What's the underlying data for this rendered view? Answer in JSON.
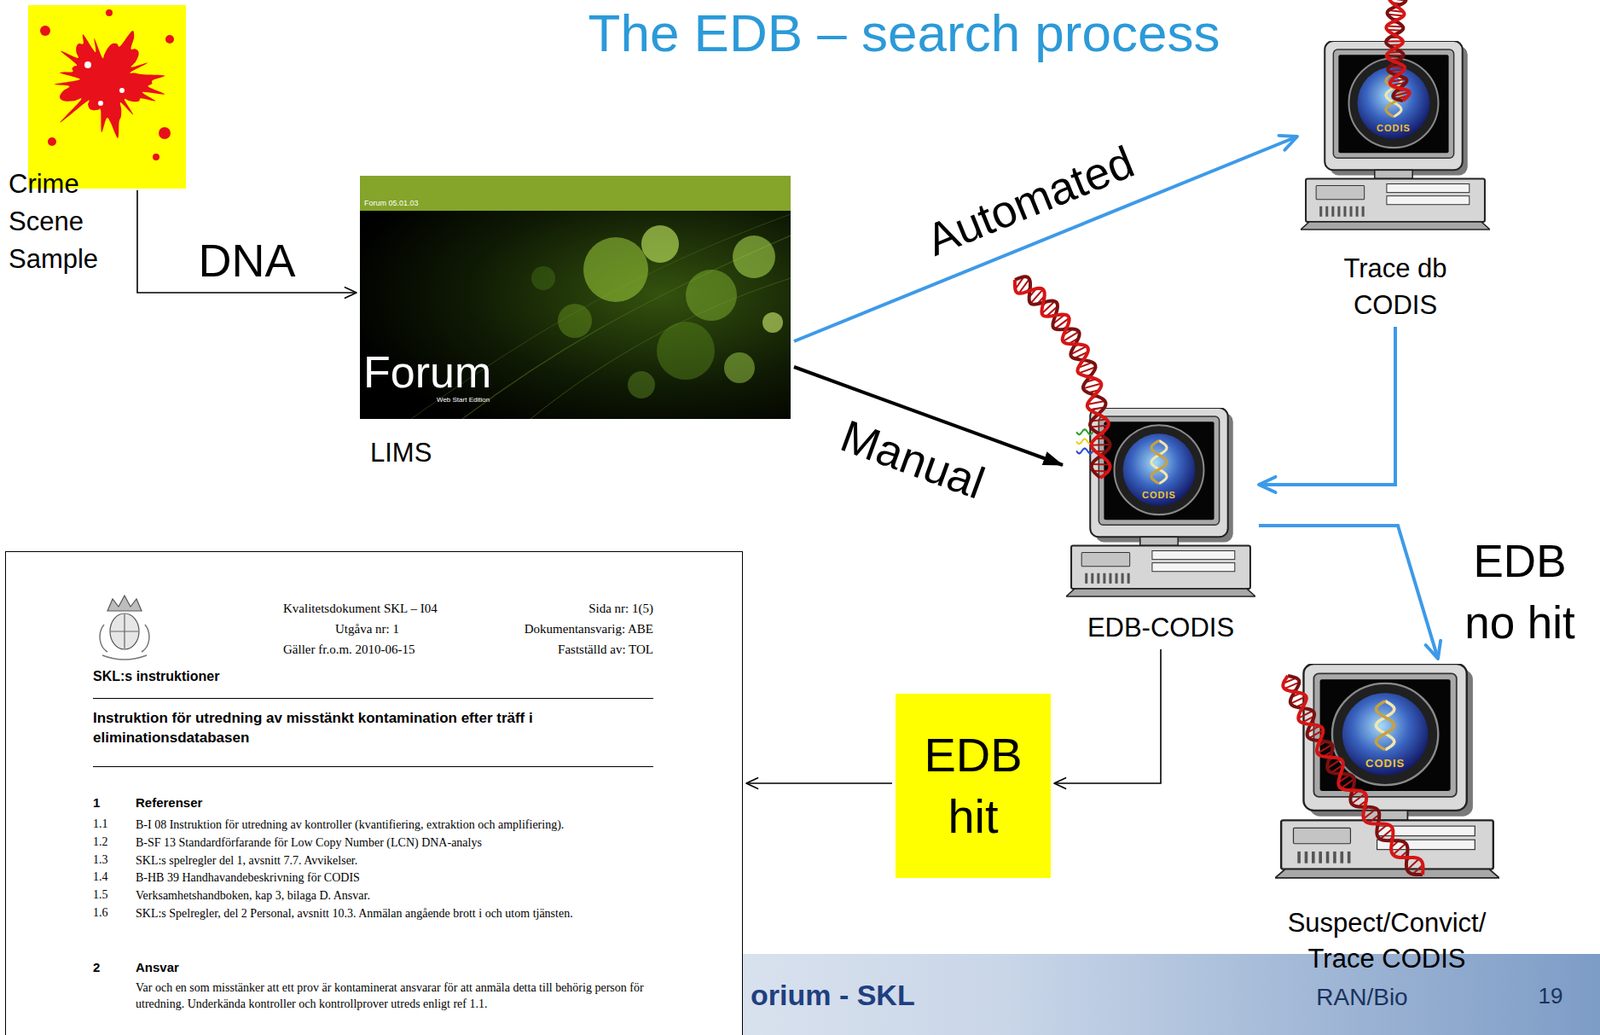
{
  "diagram": {
    "title": "The EDB – search process",
    "nodes": [
      {
        "text": [
          "Crime Scene Sample"
        ]
      },
      {
        "text": [
          "Forum 05.01.03",
          "Forum",
          "Web Start Edition",
          "LIMS"
        ]
      },
      {
        "text": [
          "CODIS",
          "Trace db CODIS"
        ]
      },
      {
        "text": [
          "CODIS",
          "EDB-CODIS"
        ]
      },
      {
        "text": [
          "CODIS",
          "Suspect/Convict/ Trace CODIS"
        ]
      },
      {
        "text": [
          "EDB hit"
        ]
      },
      {
        "text": [
          "Kvalitetsdokument SKL – I04",
          "Sida nr: 1(5)",
          "Utgåva nr: 1",
          "Dokumentansvarig: ABE",
          "Gäller fr.o.m. 2010-06-15",
          "Fastställd av: TOL",
          "SKL:s instruktioner",
          "Instruktion för utredning av misstänkt kontamination efter träff i eliminationsdatabasen",
          "1",
          "Referenser",
          "1.1",
          "B-I 08 Instruktion för utredning av kontroller (kvantifiering, extraktion och amplifiering).",
          "1.2",
          "B-SF 13 Standardförfarande för Low Copy Number (LCN) DNA-analys",
          "1.3",
          "SKL:s spelregler del 1, avsnitt 7.7. Avvikelser.",
          "1.4",
          "B-HB 39 Handhavandebeskrivning för CODIS",
          "1.5",
          "Verksamhetshandboken, kap 3, bilaga D. Ansvar.",
          "1.6",
          "SKL:s Spelregler, del 2 Personal, avsnitt 10.3. Anmälan angående brott i och utom tjänsten.",
          "2",
          "Ansvar",
          "Var och en som misstänker att ett prov är kontaminerat ansvarar för att anmäla detta till behörig person för utredning. Underkända kontroller och kontrollprover utreds enligt ref 1.1."
        ]
      }
    ],
    "edges": [
      {
        "from": 0,
        "to": 1,
        "label": "DNA",
        "arrow": "to"
      },
      {
        "from": 1,
        "to": 2,
        "label": "Automated",
        "arrow": "to"
      },
      {
        "from": 1,
        "to": 3,
        "label": "Manual",
        "arrow": "to"
      },
      {
        "from": 2,
        "to": 3,
        "arrow": "to"
      },
      {
        "from": 3,
        "to": 4,
        "label": "EDB no hit",
        "arrow": "to"
      },
      {
        "from": 3,
        "to": 5,
        "arrow": "to"
      },
      {
        "from": 5,
        "to": 6,
        "arrow": "to"
      }
    ],
    "labels": [
      "orium - SKL",
      "RAN/Bio",
      "19"
    ]
  }
}
